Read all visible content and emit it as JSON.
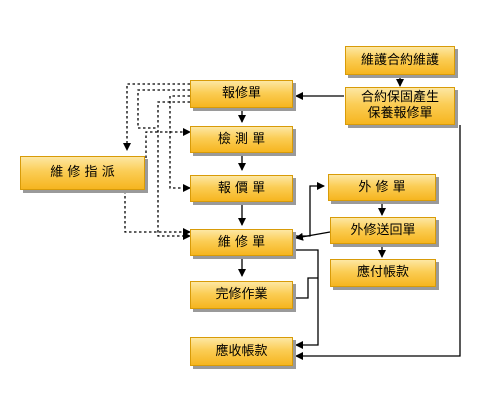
{
  "nodes": {
    "maintenance_contract": "維護合約維護",
    "contract_warranty_repair": "合約保固產生\n保養報修單",
    "repair_request": "報修單",
    "dispatch": "維 修 指 派",
    "inspection": "檢 測 單",
    "quotation": "報 價 單",
    "maintenance": "維 修 單",
    "completion": "完修作業",
    "receivable": "應收帳款",
    "outsource_repair": "外 修 單",
    "outsource_return": "外修送回單",
    "payable": "應付帳款"
  },
  "colors": {
    "box_top": "#fde7a3",
    "box_bottom": "#f6b51f",
    "box_border": "#d89b08",
    "shadow": "#9a9a9a",
    "line": "#000000"
  }
}
